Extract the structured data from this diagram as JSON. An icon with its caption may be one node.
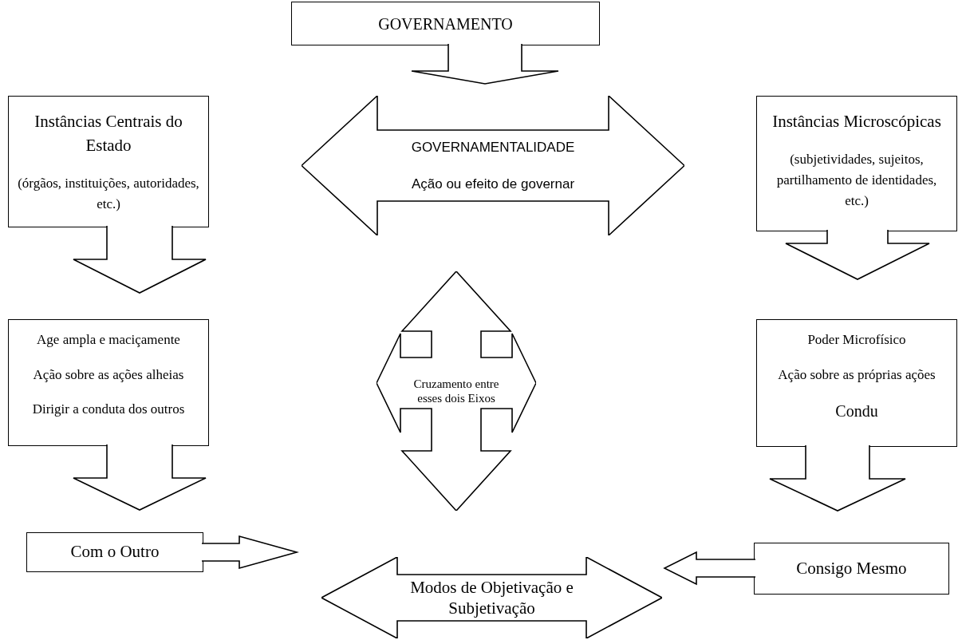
{
  "diagram": {
    "nodes": [
      {
        "text": [
          "GOVERNAMENTO"
        ]
      },
      {
        "text": [
          "Instâncias Centrais do Estado",
          "(órgãos, instituições, autoridades, etc.)"
        ]
      },
      {
        "text": [
          "GOVERNAMENTALIDADE",
          "Ação ou efeito de governar"
        ]
      },
      {
        "text": [
          "Instâncias Microscópicas",
          "(subjetividades, sujeitos, partilhamento de identidades, etc.)"
        ]
      },
      {
        "text": [
          "Age ampla e maciçamente",
          "Ação sobre as ações alheias",
          "Dirigir a conduta dos outros"
        ]
      },
      {
        "text": [
          "Cruzamento entre esses dois Eixos"
        ]
      },
      {
        "text": [
          "Poder Microfísico",
          "Ação sobre as próprias ações",
          "Condu"
        ]
      },
      {
        "text": [
          "Com o Outro"
        ]
      },
      {
        "text": [
          "Modos de Objetivação e Subjetivação"
        ]
      },
      {
        "text": [
          "Consigo Mesmo"
        ]
      }
    ],
    "edges": [
      {
        "from": 0,
        "to": 2,
        "arrow": "to"
      },
      {
        "from": 1,
        "to": 4,
        "arrow": "to"
      },
      {
        "from": 3,
        "to": 6,
        "arrow": "to"
      },
      {
        "from": 4,
        "to": 7,
        "arrow": "to"
      },
      {
        "from": 6,
        "to": 9,
        "arrow": "to"
      },
      {
        "from": 7,
        "to": 8,
        "arrow": "to"
      },
      {
        "from": 9,
        "to": 8,
        "arrow": "to"
      }
    ]
  }
}
